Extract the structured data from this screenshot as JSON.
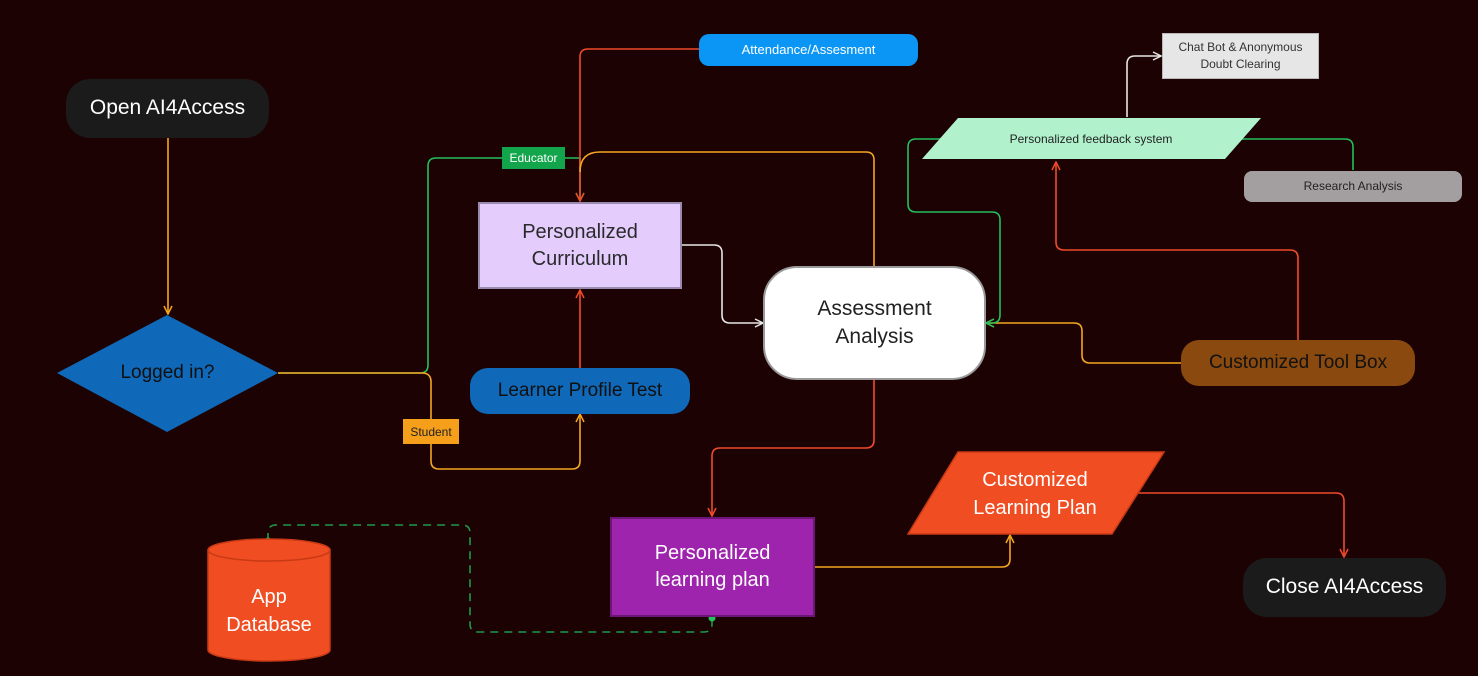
{
  "nodes": {
    "open": "Open AI4Access",
    "logged_in": "Logged in?",
    "educator": "Educator",
    "student": "Student",
    "curriculum": "Personalized\nCurriculum",
    "profile_test": "Learner Profile Test",
    "attendance": "Attendance/Assesment",
    "assessment": "Assessment\nAnalysis",
    "feedback": "Personalized feedback system",
    "chatbot": "Chat Bot & Anonymous\nDoubt Clearing",
    "research": "Research Analysis",
    "toolbox": "Customized Tool Box",
    "learning_plan": "Personalized\nlearning plan",
    "custom_plan": "Customized\nLearning Plan",
    "database": "App\nDatabase",
    "close": "Close AI4Access"
  },
  "colors": {
    "background": "#1c0202",
    "edge_orange": "#f5a623",
    "edge_red": "#f04b2a",
    "edge_green": "#25c05a",
    "edge_white": "#e6e6e6",
    "edge_dashed": "#1f9a4a"
  }
}
